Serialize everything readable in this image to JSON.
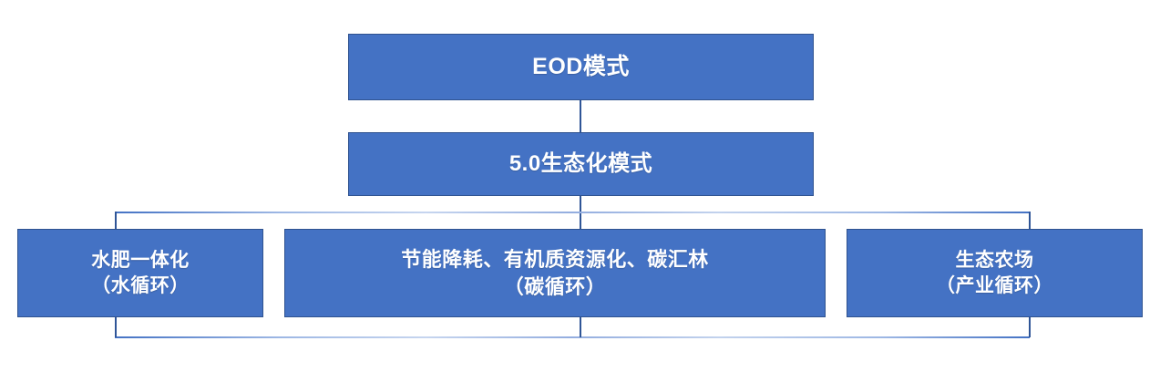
{
  "diagram": {
    "type": "flow-hierarchy",
    "background_color": "#FFFFFF",
    "node_fill_color": "#4472C4",
    "node_border_color": "#2F528F",
    "node_text_color": "#FFFFFF",
    "connector_color": "#2F5597",
    "nodes": [
      {
        "id": "eod",
        "level": 1,
        "label": "EOD模式"
      },
      {
        "id": "eco",
        "level": 2,
        "label": "5.0生态化模式"
      },
      {
        "id": "water",
        "level": 3,
        "label": "水肥一体化\n（水循环）"
      },
      {
        "id": "carbon",
        "level": 3,
        "label": "节能降耗、有机质资源化、碳汇林\n（碳循环）"
      },
      {
        "id": "industry",
        "level": 3,
        "label": "生态农场\n（产业循环）"
      }
    ]
  }
}
